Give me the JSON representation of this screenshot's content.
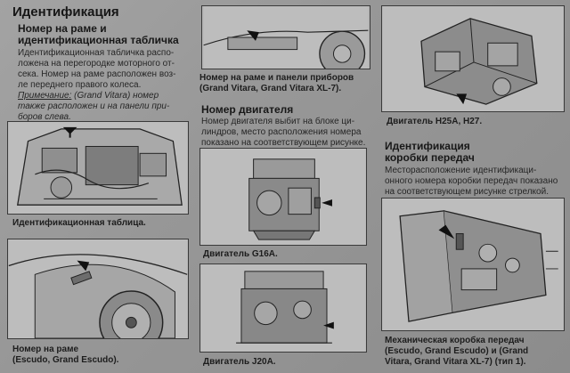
{
  "section1": {
    "title": "Идентификация",
    "subtitle_line1": "Номер на раме и",
    "subtitle_line2": "идентификационная табличка",
    "body_lines": [
      "Идентификационная табличка распо-",
      "ложена на перегородке моторного от-",
      "сека. Номер на раме расположен воз-",
      "ле переднего правого колеса."
    ],
    "note_label": "Примечание:",
    "note_rest_line1": " (Grand Vitara) номер",
    "note_lines": [
      "также расположен и на панели при-",
      "боров слева."
    ]
  },
  "captions": {
    "plate": "Идентификационная таблица.",
    "frame_line1": "Номер на раме",
    "frame_line2": "(Escudo, Grand Escudo).",
    "dash_line1": "Номер на раме и панели приборов",
    "dash_line2": "(Grand Vitara, Grand Vitara XL-7).",
    "g16a": "Двигатель G16A.",
    "j20a": "Двигатель J20A.",
    "h25a": "Двигатель H25A, H27.",
    "gearbox_lines": [
      "Механическая коробка передач",
      "(Escudo, Grand Escudo) и (Grand",
      "Vitara, Grand Vitara XL-7) (тип 1)."
    ]
  },
  "engine_section": {
    "title": "Номер двигателя",
    "body_lines": [
      "Номер двигателя выбит на блоке ци-",
      "линдров, место расположения номера",
      "показано на соответствующем рисунке."
    ]
  },
  "gearbox_section": {
    "title_line1": "Идентификация",
    "title_line2": "коробки передач",
    "body_lines": [
      "Месторасположение идентификаци-",
      "онного номера коробки передач показано",
      "на соответствующем рисунке стрелкой."
    ]
  }
}
